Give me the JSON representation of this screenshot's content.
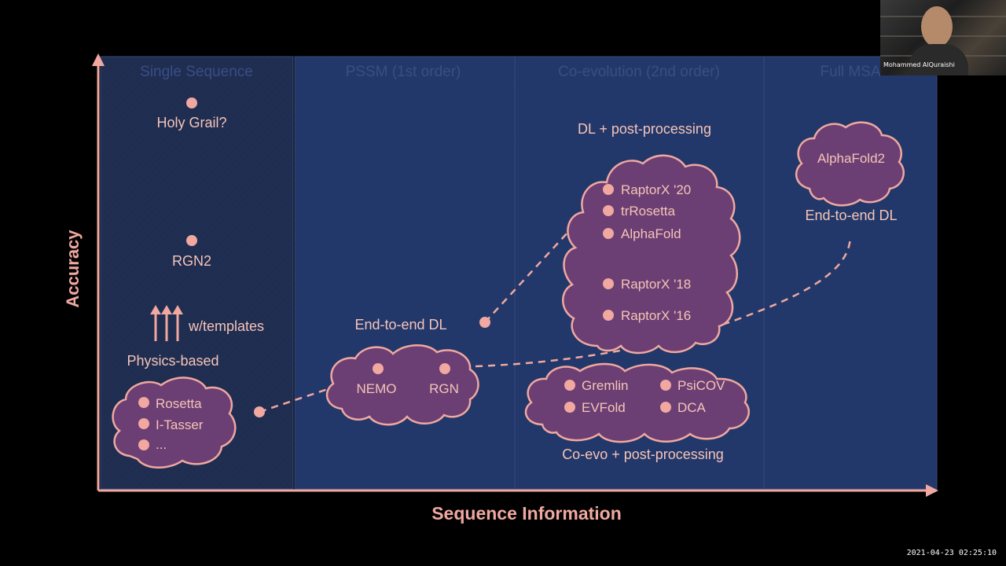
{
  "axes": {
    "y_label": "Accuracy",
    "x_label": "Sequence Information"
  },
  "columns": [
    {
      "label": "Single Sequence",
      "color": "#1f2d50"
    },
    {
      "label": "PSSM (1st order)",
      "color": "#22386a"
    },
    {
      "label": "Co-evolution (2nd order)",
      "color": "#22386a"
    },
    {
      "label": "Full MSA",
      "color": "#22386a"
    }
  ],
  "nodes": {
    "holy_grail": "Holy Grail?",
    "rgn2": "RGN2",
    "templates": "w/templates",
    "physics_based": "Physics-based",
    "e2e_pssm": "End-to-end DL",
    "dl_post": "DL + post-processing",
    "e2e_msa": "End-to-end DL",
    "coevo_post": "Co-evo + post-processing"
  },
  "clouds": {
    "physics": [
      "Rosetta",
      "I-Tasser",
      "..."
    ],
    "pssm": [
      "NEMO",
      "RGN"
    ],
    "dl": [
      "RaptorX '20",
      "trRosetta",
      "AlphaFold",
      "RaptorX '18",
      "RaptorX '16"
    ],
    "coevo": [
      "Gremlin",
      "PsiCOV",
      "EVFold",
      "DCA"
    ],
    "msa": [
      "AlphaFold2"
    ]
  },
  "webcam": {
    "name": "Mohammed AlQuraishi"
  },
  "timestamp": "2021-04-23 02:25:10",
  "colors": {
    "accent": "#f0a8a0",
    "cloud_fill": "#6b3f73",
    "dot": "#f0a8a0",
    "text": "#f6c4b8"
  }
}
